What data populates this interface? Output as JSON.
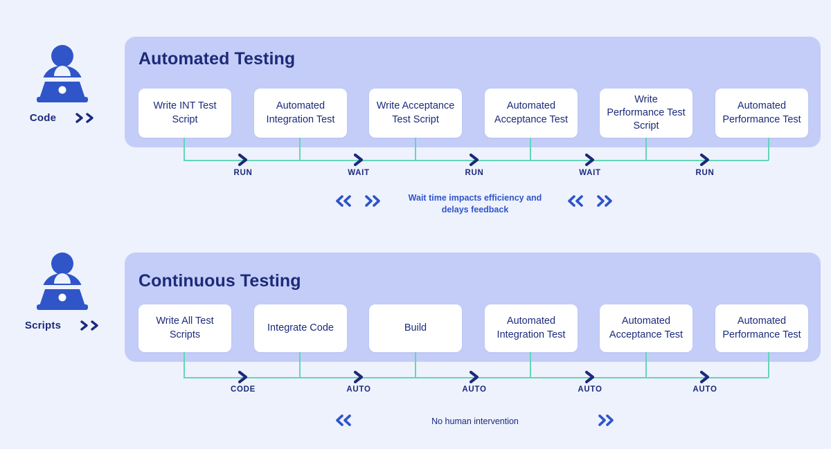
{
  "colors": {
    "page_background": "#eef2fd",
    "panel_background": "#c3cdf8",
    "card_background": "#ffffff",
    "navy_text": "#1b2a7a",
    "title_navy": "#1e2a78",
    "accent_blue": "#2f55c9",
    "rail_teal": "#63d6b6"
  },
  "sections": [
    {
      "id": "automated-testing",
      "title": "Automated Testing",
      "persona": {
        "icon": "person-at-laptop-icon",
        "label": "Code",
        "chevron": "double-chevron-right-icon"
      },
      "cards": [
        "Write INT Test Script",
        "Automated Integration Test",
        "Write Acceptance Test Script",
        "Automated Acceptance Test",
        "Write Performance Test Script",
        "Automated Performance Test"
      ],
      "steps": [
        "RUN",
        "WAIT",
        "RUN",
        "WAIT",
        "RUN"
      ],
      "note": "Wait time impacts efficiency and delays feedback",
      "note_chevrons": [
        "double-chevron-left-icon",
        "double-chevron-right-icon"
      ]
    },
    {
      "id": "continuous-testing",
      "title": "Continuous Testing",
      "persona": {
        "icon": "person-at-laptop-icon",
        "label": "Scripts",
        "chevron": "double-chevron-right-icon"
      },
      "cards": [
        "Write All Test Scripts",
        "Integrate Code",
        "Build",
        "Automated Integration Test",
        "Automated Acceptance Test",
        "Automated Performance Test"
      ],
      "steps": [
        "CODE",
        "AUTO",
        "AUTO",
        "AUTO",
        "AUTO"
      ],
      "note": "No human intervention",
      "note_chevrons": [
        "double-chevron-left-icon",
        "double-chevron-right-icon"
      ]
    }
  ]
}
